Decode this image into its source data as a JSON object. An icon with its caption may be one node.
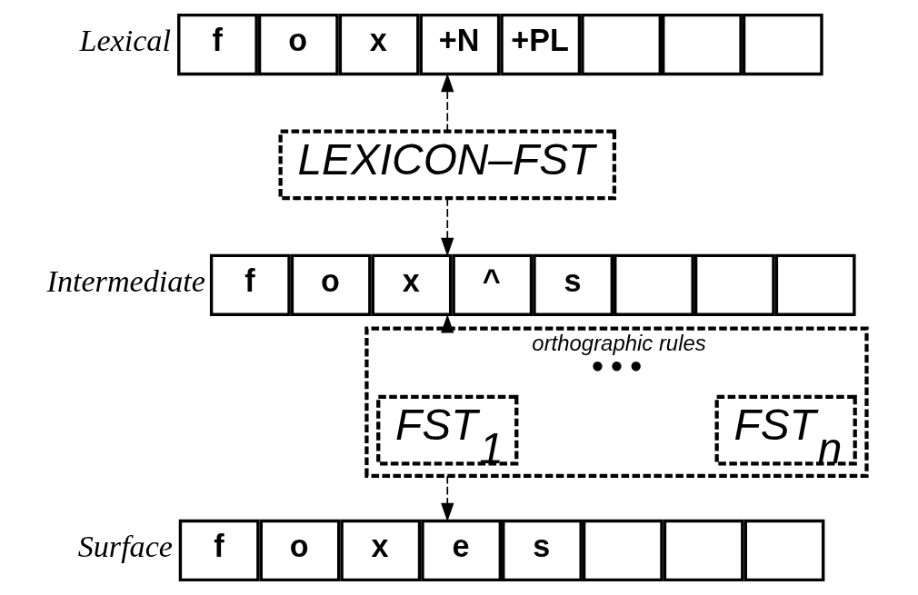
{
  "diagram": {
    "nodes": [
      {
        "text": [
          "f",
          "o",
          "x",
          "+N",
          "+PL"
        ],
        "beside": [
          "Lexical"
        ]
      },
      {
        "text": [
          "LEXICON–FST"
        ]
      },
      {
        "text": [
          "f",
          "o",
          "x",
          "^",
          "s"
        ],
        "beside": [
          "Intermediate"
        ]
      },
      {
        "text": [
          "orthographic rules",
          "● ● ●"
        ]
      },
      {
        "text": [
          "FST$_{1}$"
        ],
        "in": 3
      },
      {
        "text": [
          "FST$_{n}$"
        ],
        "in": 3
      },
      {
        "text": [
          "f",
          "o",
          "x",
          "e",
          "s"
        ],
        "beside": [
          "Surface"
        ]
      }
    ],
    "edges": [
      {
        "from": 1,
        "to": 0,
        "arrow": "to",
        "style": "dashed"
      },
      {
        "from": 1,
        "to": 2,
        "arrow": "to",
        "style": "dashed"
      },
      {
        "from": 3,
        "to": 2,
        "arrow": "to",
        "style": "dashed"
      },
      {
        "from": 3,
        "to": 6,
        "arrow": "to",
        "style": "dashed"
      }
    ]
  }
}
